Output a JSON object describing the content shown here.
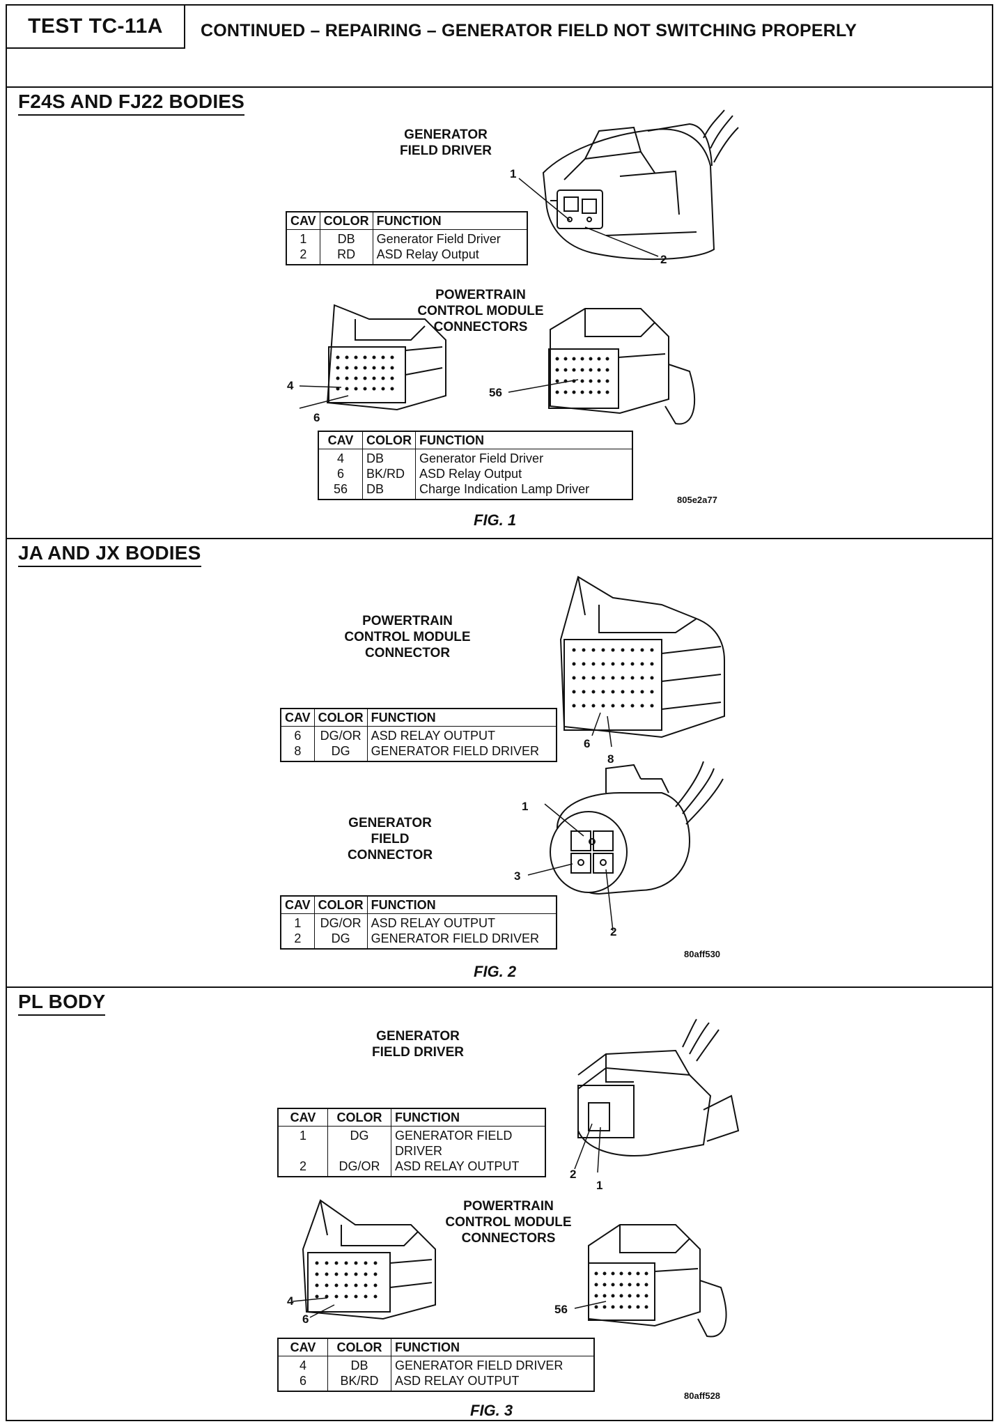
{
  "header": {
    "test_id": "TEST TC-11A",
    "title": "CONTINUED – REPAIRING – GENERATOR FIELD NOT SWITCHING PROPERLY"
  },
  "sections": [
    {
      "heading": "F24S AND FJ22 BODIES",
      "gen_label": [
        "GENERATOR",
        "FIELD DRIVER"
      ],
      "pcm_label": [
        "POWERTRAIN",
        "CONTROL MODULE",
        "CONNECTORS"
      ],
      "gen_pins": [
        "1",
        "2"
      ],
      "pcm_pins": [
        "4",
        "6",
        "56"
      ],
      "table1": {
        "headers": [
          "CAV",
          "COLOR",
          "FUNCTION"
        ],
        "rows": [
          [
            "1",
            "DB",
            "Generator Field Driver"
          ],
          [
            "2",
            "RD",
            "ASD Relay Output"
          ]
        ]
      },
      "table2": {
        "headers": [
          "CAV",
          "COLOR",
          "FUNCTION"
        ],
        "rows": [
          [
            "4",
            "DB",
            "Generator Field Driver"
          ],
          [
            "6",
            "BK/RD",
            "ASD Relay Output"
          ],
          [
            "56",
            "DB",
            "Charge Indication Lamp Driver"
          ]
        ]
      },
      "code": "805e2a77",
      "figure": "FIG. 1"
    },
    {
      "heading": "JA AND JX BODIES",
      "pcm_label": [
        "POWERTRAIN",
        "CONTROL MODULE",
        "CONNECTOR"
      ],
      "gen_label": [
        "GENERATOR",
        "FIELD",
        "CONNECTOR"
      ],
      "pcm_pins": [
        "6",
        "8"
      ],
      "gen_pins": [
        "1",
        "3",
        "2"
      ],
      "table1": {
        "headers": [
          "CAV",
          "COLOR",
          "FUNCTION"
        ],
        "rows": [
          [
            "6",
            "DG/OR",
            "ASD RELAY OUTPUT"
          ],
          [
            "8",
            "DG",
            "GENERATOR FIELD DRIVER"
          ]
        ]
      },
      "table2": {
        "headers": [
          "CAV",
          "COLOR",
          "FUNCTION"
        ],
        "rows": [
          [
            "1",
            "DG/OR",
            "ASD RELAY OUTPUT"
          ],
          [
            "2",
            "DG",
            "GENERATOR FIELD DRIVER"
          ]
        ]
      },
      "code": "80aff530",
      "figure": "FIG. 2"
    },
    {
      "heading": "PL BODY",
      "gen_label": [
        "GENERATOR",
        "FIELD DRIVER"
      ],
      "pcm_label": [
        "POWERTRAIN",
        "CONTROL MODULE",
        "CONNECTORS"
      ],
      "gen_pins": [
        "2",
        "1"
      ],
      "pcm_pins": [
        "4",
        "6",
        "56"
      ],
      "table1": {
        "headers": [
          "CAV",
          "COLOR",
          "FUNCTION"
        ],
        "rows": [
          [
            "1",
            "DG",
            "GENERATOR FIELD DRIVER"
          ],
          [
            "2",
            "DG/OR",
            "ASD RELAY OUTPUT"
          ]
        ]
      },
      "table2": {
        "headers": [
          "CAV",
          "COLOR",
          "FUNCTION"
        ],
        "rows": [
          [
            "4",
            "DB",
            "GENERATOR FIELD DRIVER"
          ],
          [
            "6",
            "BK/RD",
            "ASD RELAY OUTPUT"
          ]
        ]
      },
      "code": "80aff528",
      "figure": "FIG. 3"
    }
  ]
}
